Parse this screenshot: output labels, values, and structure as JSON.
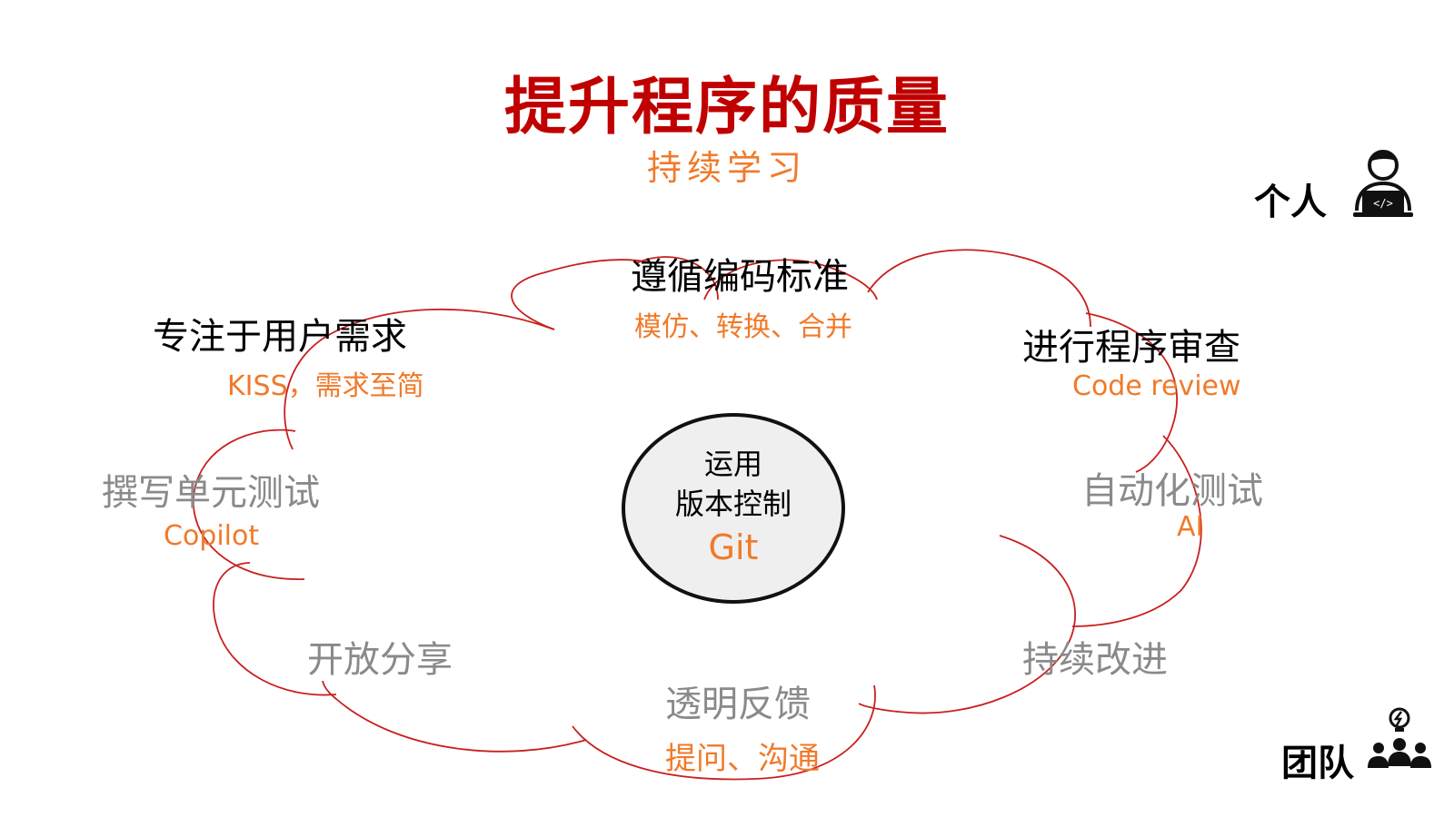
{
  "title": "提升程序的质量",
  "subtitle": "持续学习",
  "center": {
    "line1": "运用",
    "line2": "版本控制",
    "line3": "Git"
  },
  "items": {
    "user_focus": {
      "title": "专注于用户需求",
      "sub": "KISS，需求至简"
    },
    "coding_standard": {
      "title": "遵循编码标准",
      "sub": "模仿、转换、合并"
    },
    "code_review": {
      "title": "进行程序审查",
      "sub": "Code review"
    },
    "unit_test": {
      "title": "撰写单元测试",
      "sub": "Copilot"
    },
    "auto_test": {
      "title": "自动化测试",
      "sub": "AI"
    },
    "open_share": {
      "title": "开放分享"
    },
    "transparent_feedback": {
      "title": "透明反馈",
      "sub": "提问、沟通"
    },
    "continuous_improve": {
      "title": "持续改进"
    }
  },
  "corners": {
    "individual": "个人",
    "team": "团队"
  },
  "icons": {
    "individual": "developer-laptop-icon",
    "team": "team-idea-icon"
  },
  "colors": {
    "title": "#c00000",
    "accent": "#f07a2a",
    "cloud_stroke": "#c00000",
    "muted_text": "#8a8a8a"
  }
}
